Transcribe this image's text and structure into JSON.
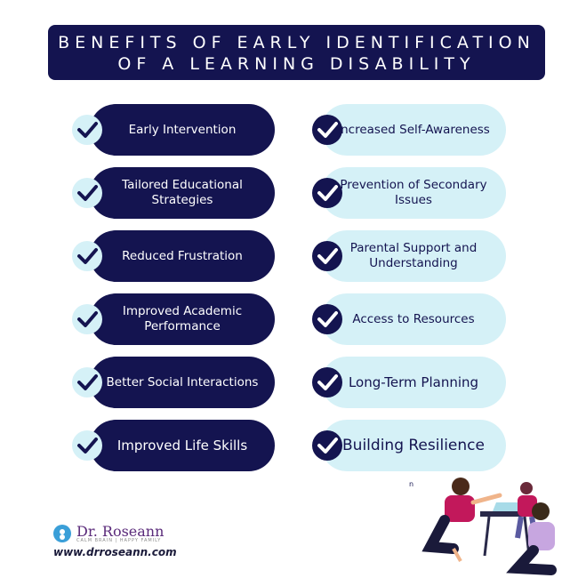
{
  "title": {
    "line1": "BENEFITS OF EARLY IDENTIFICATION",
    "line2": "OF A LEARNING DISABILITY"
  },
  "left_items": [
    {
      "label": "Early Intervention"
    },
    {
      "label": "Tailored Educational Strategies"
    },
    {
      "label": "Reduced Frustration"
    },
    {
      "label": "Improved Academic Performance"
    },
    {
      "label": "Better Social Interactions"
    },
    {
      "label": "Improved Life Skills"
    }
  ],
  "right_items": [
    {
      "label": "Increased Self-Awareness"
    },
    {
      "label": "Prevention of Secondary Issues"
    },
    {
      "label": "Parental Support and Understanding"
    },
    {
      "label": "Access to Resources"
    },
    {
      "label": "Long-Term Planning"
    },
    {
      "label": "Building Resilience"
    }
  ],
  "footer": {
    "logo_name": "Dr. Roseann",
    "logo_tagline": "CALM BRAIN | HAPPY FAMILY",
    "website": "www.drroseann.com",
    "small_mark": "n"
  },
  "colors": {
    "navy": "#141450",
    "light_blue": "#d5f1f7",
    "white": "#ffffff"
  },
  "icons": {
    "check": "check-icon",
    "illustration": "family-reading-illustration"
  }
}
